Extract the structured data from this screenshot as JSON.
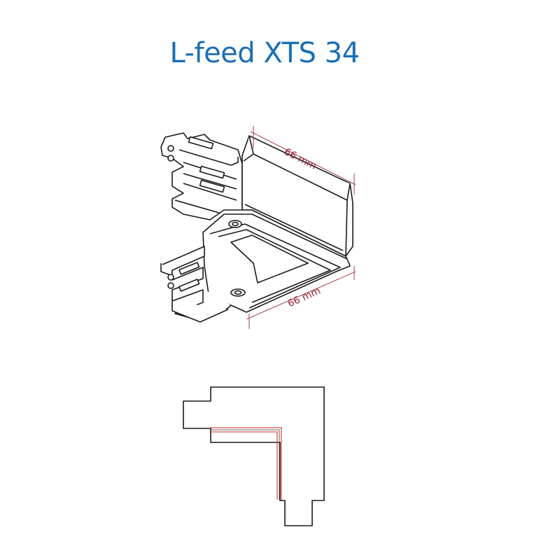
{
  "title": "L-feed XTS 34",
  "colors": {
    "title": "#1a6fb4",
    "dimension": "#9b2335",
    "outline": "#1a1a1a",
    "conductor": "#d9534f"
  },
  "dimensions": {
    "top_edge_label": "66 mm",
    "bottom_edge_label": "66 mm"
  }
}
